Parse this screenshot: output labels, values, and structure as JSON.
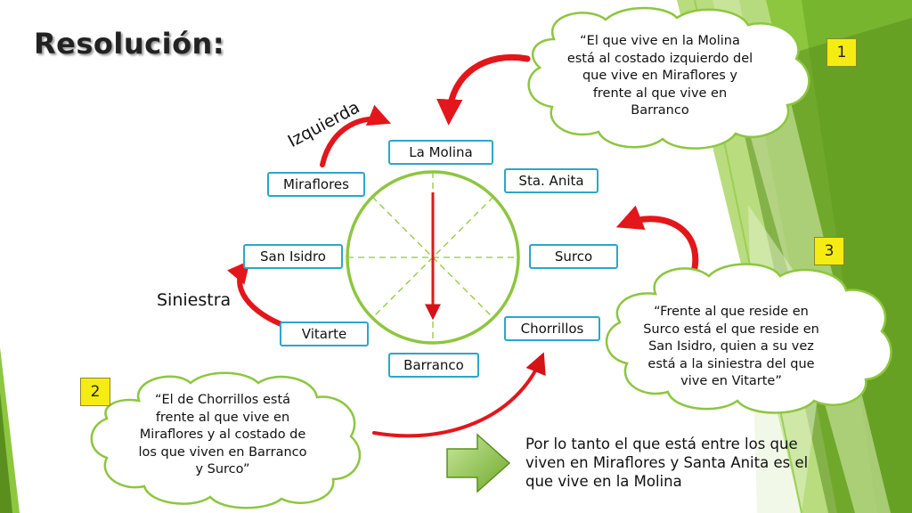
{
  "slide": {
    "title": "Resolución:",
    "badges": [
      "1",
      "2",
      "3"
    ],
    "labels": {
      "izquierda": "Izquierda",
      "siniestra": "Siniestra"
    },
    "districts": {
      "la_molina": "La Molina",
      "sta_anita": "Sta. Anita",
      "surco": "Surco",
      "chorrillos": "Chorrillos",
      "barranco": "Barranco",
      "vitarte": "Vitarte",
      "san_isidro": "San Isidro",
      "miraflores": "Miraflores"
    },
    "clues": {
      "clue1": "“El que vive en la Molina está al costado izquierdo del que vive en Miraflores y frente al que vive en Barranco",
      "clue2": "“El de Chorrillos está frente al que vive en Miraflores y al costado de los que viven en Barranco y Surco”",
      "clue3": "“Frente al que reside en Surco está el que reside en San Isidro, quien a su vez está a la siniestra del que vive en Vitarte”"
    },
    "conclusion": "Por lo tanto el que está entre los que viven en Miraflores y Santa Anita es el que vive en la Molina"
  },
  "colors": {
    "accent_green": "#8dc63f",
    "dark_green": "#5a8f1e",
    "box_border": "#2aa7c9",
    "arrow_red": "#e3161b",
    "badge_yellow": "#f5ec14"
  }
}
